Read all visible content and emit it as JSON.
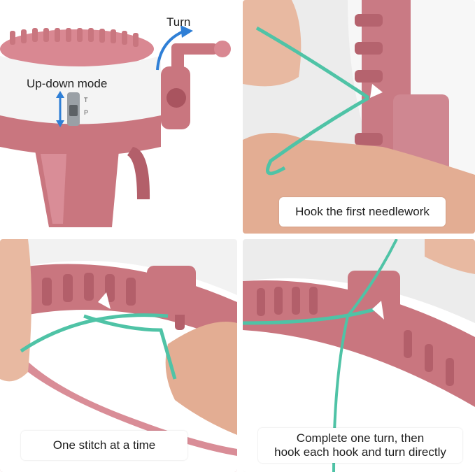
{
  "panel1": {
    "turn_label": "Turn",
    "mode_label": "Up-down mode",
    "switch_marks": [
      "T",
      "P"
    ]
  },
  "panel2": {
    "caption": "Hook the first needlework"
  },
  "panel3": {
    "caption": "One stitch at a time"
  },
  "panel4": {
    "caption_line1": "Complete one turn, then",
    "caption_line2": "hook each hook and turn directly"
  },
  "colors": {
    "machine_pink": "#c9767f",
    "machine_pink_dark": "#a9545f",
    "machine_white": "#f4f4f4",
    "yarn_teal": "#4fc3a6",
    "skin": "#e8b9a1",
    "arrow_blue": "#2f7fd6"
  }
}
